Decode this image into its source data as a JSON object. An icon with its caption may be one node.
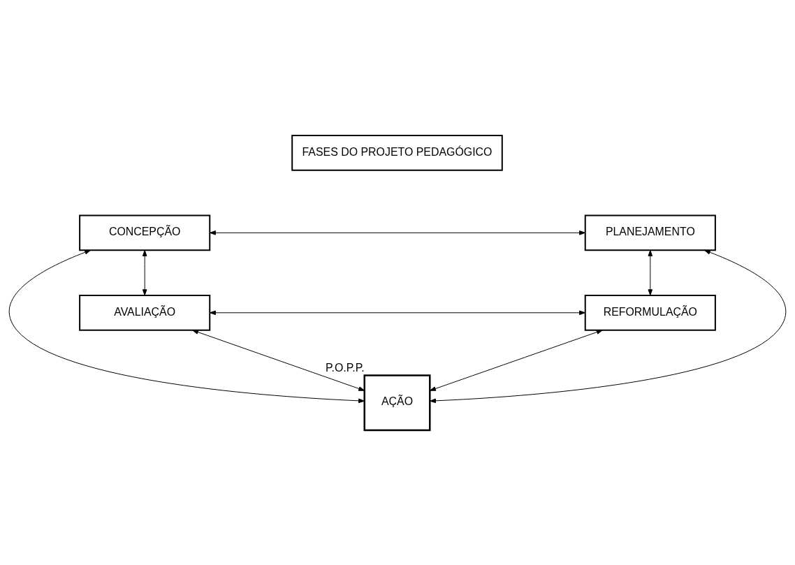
{
  "diagram": {
    "nodes": [
      {
        "text": [
          "FASES DO PROJETO PEDAGÓGICO"
        ]
      },
      {
        "text": [
          "CONCEPÇÃO"
        ]
      },
      {
        "text": [
          "PLANEJAMENTO"
        ]
      },
      {
        "text": [
          "AÇÃO"
        ],
        "beside": [
          "P.O.P.P."
        ]
      },
      {
        "text": [
          "AVALIAÇÃO"
        ]
      },
      {
        "text": [
          "REFORMULAÇÃO"
        ]
      }
    ],
    "edges": [
      {
        "from": 1,
        "to": 2,
        "arrow": "both"
      },
      {
        "from": 1,
        "to": 4,
        "arrow": "both"
      },
      {
        "from": 1,
        "to": 3,
        "arrow": "both"
      },
      {
        "from": 2,
        "to": 3,
        "arrow": "both"
      },
      {
        "from": 2,
        "to": 5,
        "arrow": "both"
      },
      {
        "from": 4,
        "to": 3,
        "arrow": "both"
      },
      {
        "from": 5,
        "to": 3,
        "arrow": "both"
      },
      {
        "from": 4,
        "to": 5,
        "arrow": "both"
      }
    ]
  }
}
